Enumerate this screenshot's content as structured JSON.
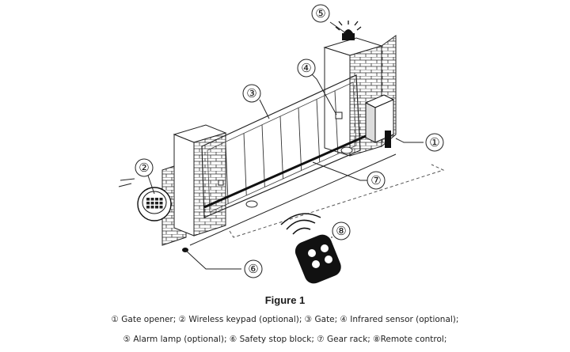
{
  "callouts": [
    "①",
    "②",
    "③",
    "④",
    "⑤",
    "⑥",
    "⑦",
    "⑧"
  ],
  "caption": {
    "title": "Figure 1",
    "line1": "① Gate opener; ② Wireless keypad (optional); ③ Gate; ④ Infrared sensor (optional);",
    "line2": "⑤ Alarm lamp (optional); ⑥ Safety stop block; ⑦ Gear rack; ⑧Remote control;"
  }
}
